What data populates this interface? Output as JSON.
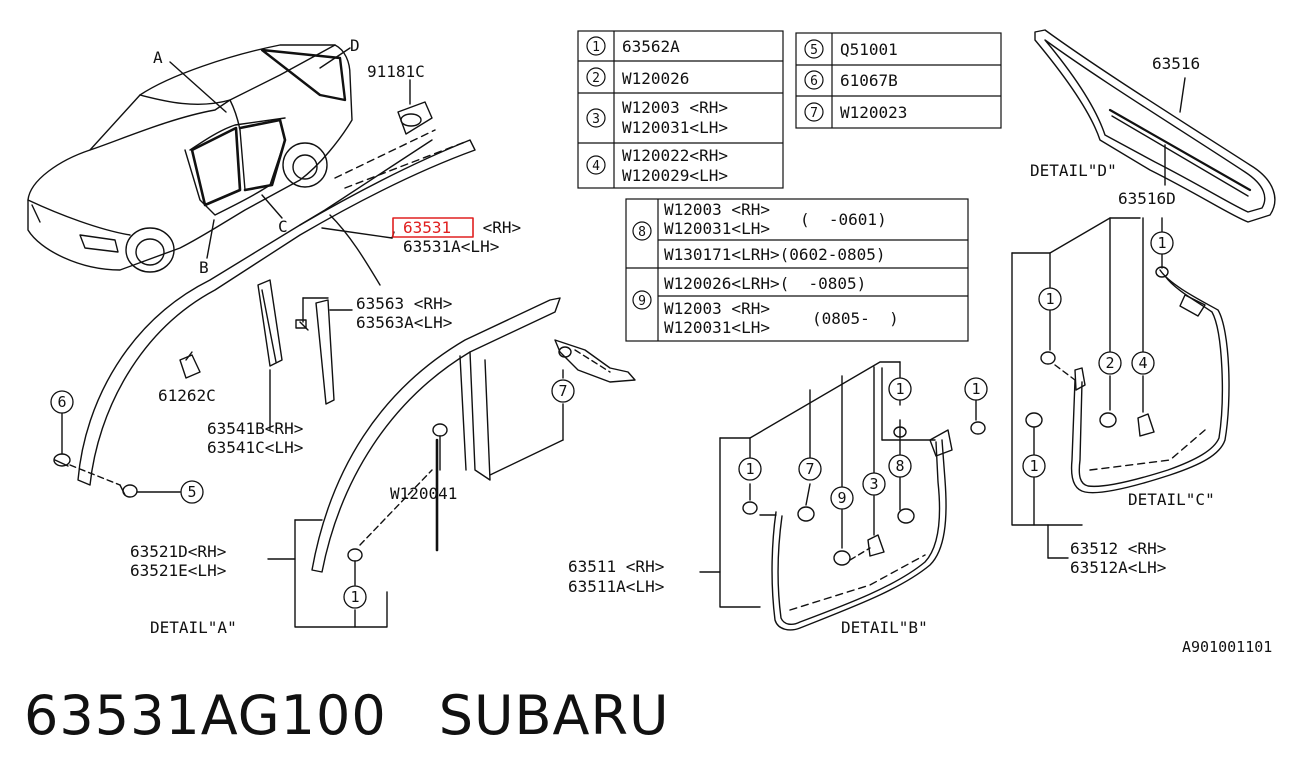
{
  "table_a": [
    {
      "num": "1",
      "part": "63562A"
    },
    {
      "num": "2",
      "part": "W120026"
    },
    {
      "num": "3",
      "lines": [
        "W12003 <RH>",
        "W120031<LH>"
      ]
    },
    {
      "num": "4",
      "lines": [
        "W120022<RH>",
        "W120029<LH>"
      ]
    }
  ],
  "table_b": [
    {
      "num": "5",
      "part": "Q51001"
    },
    {
      "num": "6",
      "part": "61067B"
    },
    {
      "num": "7",
      "part": "W120023"
    }
  ],
  "table_c": {
    "row8": {
      "num": "8",
      "line1": "W12003 <RH>",
      "line2": "W120031<LH>",
      "range": "(  -0601)",
      "line3": "W130171<LRH>(0602-0805)"
    },
    "row9": {
      "num": "9",
      "line1": "W120026<LRH>(  -0805)",
      "line2": "W12003 <RH>",
      "line3": "W120031<LH>",
      "range": "(0805-  )"
    }
  },
  "labels": {
    "a": "A",
    "b": "B",
    "c": "C",
    "d": "D",
    "p91181c": "91181C",
    "p63531": "63531",
    "rh_63531": " <RH>",
    "p63531a": "63531A<LH>",
    "p63563": "63563 <RH>",
    "p63563a": "63563A<LH>",
    "p61262c": "61262C",
    "p63541b": "63541B<RH>",
    "p63541c": "63541C<LH>",
    "p63521d": "63521D<RH>",
    "p63521e": "63521E<LH>",
    "pw120041": "W120041",
    "detail_a": "DETAIL\"A\"",
    "p63511": "63511 <RH>",
    "p63511a": "63511A<LH>",
    "detail_b": "DETAIL\"B\"",
    "p63516": "63516",
    "detail_d": "DETAIL\"D\"",
    "p63516d": "63516D",
    "detail_c": "DETAIL\"C\"",
    "p63512": "63512 <RH>",
    "p63512a": "63512A<LH>",
    "ref": "A901001101",
    "c6": "6",
    "c5": "5",
    "c7": "7",
    "c1a": "1",
    "b1a": "1",
    "b7": "7",
    "b9": "9",
    "b3": "3",
    "b8": "8",
    "b1b": "1",
    "b1c": "1",
    "d1a": "1",
    "d1b": "1",
    "d2": "2",
    "d4": "4",
    "d1c": "1"
  },
  "caption": {
    "part_number": "63531AG100",
    "brand": "SUBARU"
  },
  "colors": {
    "highlight": "#e02020",
    "ink": "#111111"
  }
}
